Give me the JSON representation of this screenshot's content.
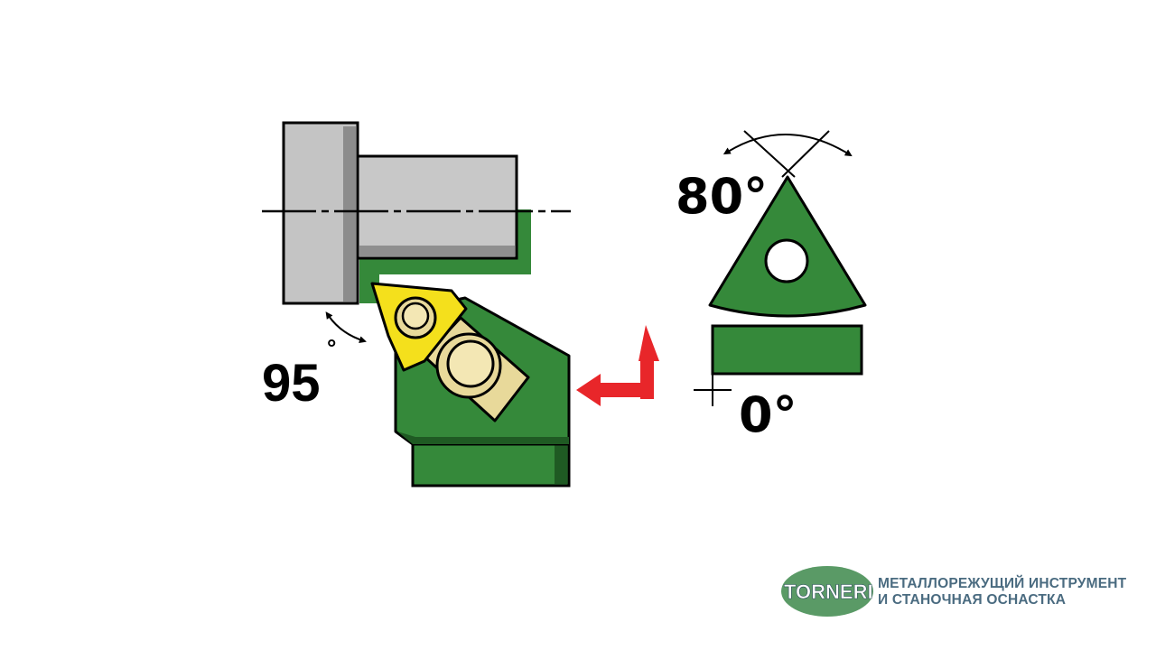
{
  "diagram": {
    "left_angle_label": "95",
    "left_angle_unit": "°",
    "insert_angle_label": "80°",
    "inclination_label": "0°"
  },
  "brand": {
    "logo_text": "TORNERI",
    "tagline_line1": "МЕТАЛЛОРЕЖУЩИЙ ИНСТРУМЕНТ",
    "tagline_line2": "И СТАНОЧНАЯ ОСНАСТКА"
  },
  "colors": {
    "workpiece_gray": "#c8c8c8",
    "tool_green": "#35893a",
    "insert_yellow": "#f4e01c",
    "screw_tan": "#e8d99a",
    "feed_arrow_red": "#e8262a",
    "logo_green": "#5a9a66",
    "tagline_blue": "#4a6b80"
  }
}
